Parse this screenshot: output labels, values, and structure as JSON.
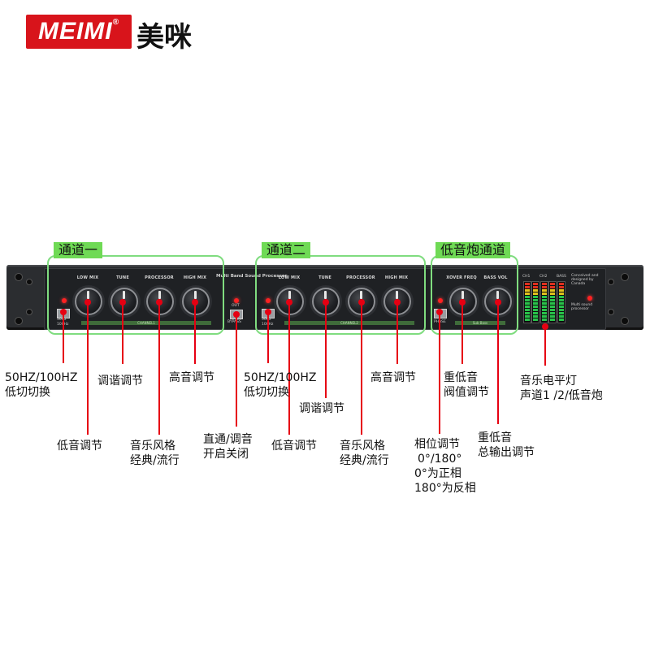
{
  "brand": {
    "logo_text": "MEIMI",
    "logo_reg": "®",
    "chinese_name": "美咪"
  },
  "device": {
    "model_title": "Multi Band Sound Processor",
    "side_label": "Multi sound processor",
    "conceived_text": "Conceived and designed by Canada",
    "channel1": {
      "knobs": [
        "LOW MIX",
        "TUNE",
        "PROCESSOR",
        "HIGH MIX"
      ],
      "strip": "CHANNEL1",
      "switch_top": [
        "50Hz",
        "100Hz"
      ]
    },
    "channel2": {
      "knobs": [
        "LOW MIX",
        "TUNE",
        "PROCESSOR",
        "HIGH MIX"
      ],
      "strip": "CHANNEL2",
      "switch_top": [
        "50Hz",
        "100Hz"
      ]
    },
    "bypass": {
      "top": "OUT",
      "bottom": "BYPASS"
    },
    "bass": {
      "knobs": [
        "XOVER FREQ",
        "BASS VOL"
      ],
      "strip": "Sub Bass",
      "phase": "PHASE"
    },
    "meters": [
      "CH1",
      "CH2",
      "BASS"
    ]
  },
  "sections": {
    "ch1": "通道一",
    "ch2": "通道二",
    "bass": "低音炮通道"
  },
  "callouts": {
    "c1": [
      "50HZ/100HZ",
      "低切切换"
    ],
    "c2": "低音调节",
    "c3": "调谐调节",
    "c4_l1": "音乐风格",
    "c4_l2": "经典/流行",
    "c5": "高音调节",
    "c6": [
      "直通/调音",
      "开启关闭"
    ],
    "c7": [
      "50HZ/100HZ",
      "低切切换"
    ],
    "c8": "低音调节",
    "c9": "调谐调节",
    "c10_l1": "音乐风格",
    "c10_l2": "经典/流行",
    "c11": "高音调节",
    "c12": [
      "相位调节",
      "0°/180°"
    ],
    "c12_green": [
      "0°为正相",
      "180°为反相"
    ],
    "c13": [
      "重低音",
      "阀值调节"
    ],
    "c14": [
      "重低音",
      "总输出调节"
    ],
    "c15": "音乐电平灯",
    "c15_green": "声道1 /2/低音炮"
  },
  "colors": {
    "brand_red": "#d8141b",
    "callout_red": "#e60012",
    "section_green": "#6fda55",
    "note_green": "#2b9a2b"
  }
}
